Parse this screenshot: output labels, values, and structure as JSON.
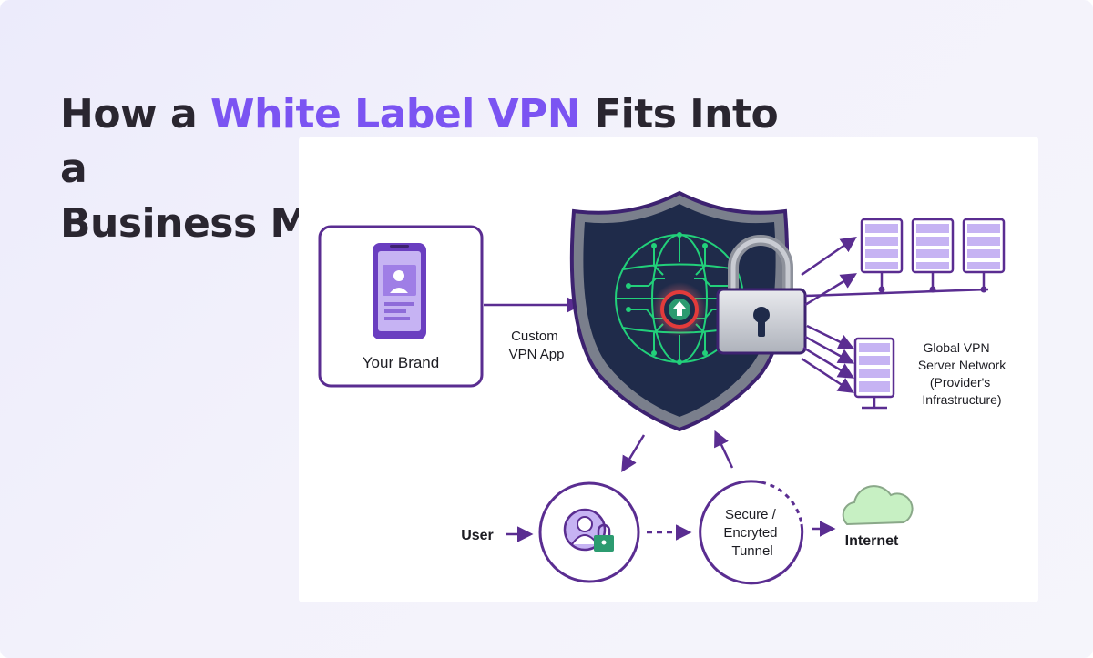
{
  "title": {
    "prefix": "How a ",
    "highlight": "White Label VPN",
    "suffix": " Fits Into a",
    "line2": "Business Model"
  },
  "colors": {
    "accent": "#7b54f2",
    "stroke": "#5a2d91",
    "shield_dark": "#1f2b4a",
    "circuit_green": "#22d07a",
    "core_red": "#e23b3b",
    "cloud_green": "#c7f0c3"
  },
  "diagram": {
    "brand_box": {
      "label": "Your Brand",
      "icon": "smartphone-icon"
    },
    "app_label": [
      "Custom",
      "VPN App"
    ],
    "center": {
      "shield_icon": "shield-icon",
      "lock_icon": "padlock-icon"
    },
    "server_network": {
      "label": [
        "Global VPN",
        "Server Network",
        "(Provider's",
        "Infrastructure)"
      ],
      "icon": "server-rack-icon"
    },
    "user": {
      "label": "User",
      "icon": "user-lock-icon"
    },
    "tunnel": {
      "label": [
        "Secure /",
        "Encryted",
        "Tunnel"
      ]
    },
    "internet": {
      "label": "Internet",
      "icon": "cloud-icon"
    }
  }
}
